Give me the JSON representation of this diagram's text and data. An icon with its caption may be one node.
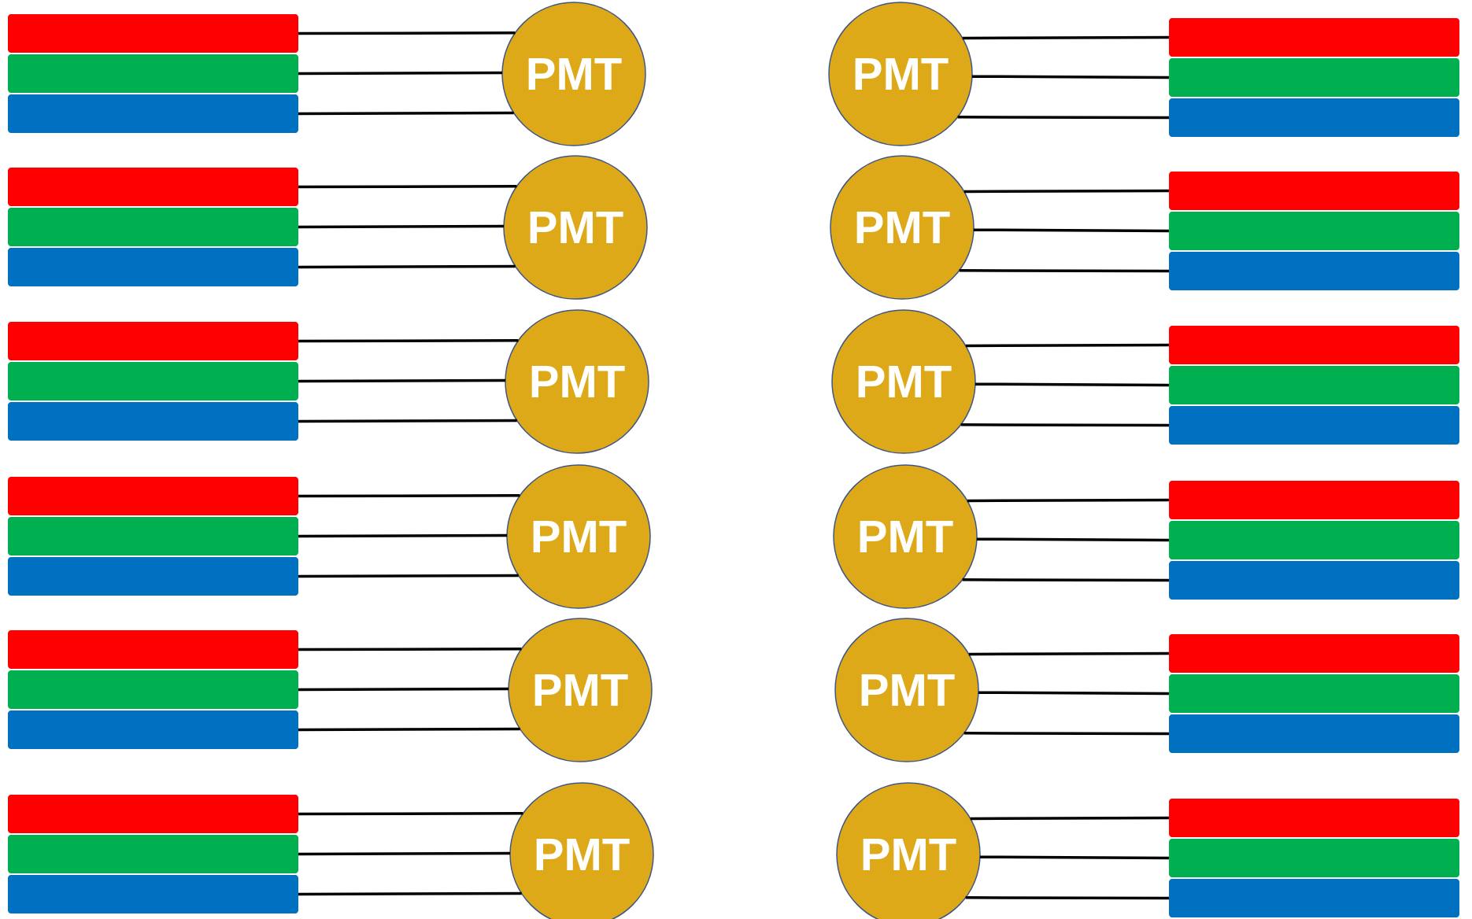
{
  "diagram": {
    "nodes": [
      {
        "text": [],
        "shape": "bar"
      },
      {
        "text": [],
        "shape": "bar"
      },
      {
        "text": [],
        "shape": "bar"
      },
      {
        "text": [
          "PMT"
        ]
      },
      {
        "text": [
          "PMT"
        ]
      },
      {
        "text": [],
        "shape": "bar"
      },
      {
        "text": [],
        "shape": "bar"
      },
      {
        "text": [],
        "shape": "bar"
      },
      {
        "text": [],
        "shape": "bar"
      },
      {
        "text": [],
        "shape": "bar"
      },
      {
        "text": [],
        "shape": "bar"
      },
      {
        "text": [
          "PMT"
        ]
      },
      {
        "text": [
          "PMT"
        ]
      },
      {
        "text": [],
        "shape": "bar"
      },
      {
        "text": [],
        "shape": "bar"
      },
      {
        "text": [],
        "shape": "bar"
      },
      {
        "text": [],
        "shape": "bar"
      },
      {
        "text": [],
        "shape": "bar"
      },
      {
        "text": [],
        "shape": "bar"
      },
      {
        "text": [
          "PMT"
        ]
      },
      {
        "text": [
          "PMT"
        ]
      },
      {
        "text": [],
        "shape": "bar"
      },
      {
        "text": [],
        "shape": "bar"
      },
      {
        "text": [],
        "shape": "bar"
      },
      {
        "text": [],
        "shape": "bar"
      },
      {
        "text": [],
        "shape": "bar"
      },
      {
        "text": [],
        "shape": "bar"
      },
      {
        "text": [
          "PMT"
        ]
      },
      {
        "text": [
          "PMT"
        ]
      },
      {
        "text": [],
        "shape": "bar"
      },
      {
        "text": [],
        "shape": "bar"
      },
      {
        "text": [],
        "shape": "bar"
      },
      {
        "text": [],
        "shape": "bar"
      },
      {
        "text": [],
        "shape": "bar"
      },
      {
        "text": [],
        "shape": "bar"
      },
      {
        "text": [
          "PMT"
        ]
      },
      {
        "text": [
          "PMT"
        ]
      },
      {
        "text": [],
        "shape": "bar"
      },
      {
        "text": [],
        "shape": "bar"
      },
      {
        "text": [],
        "shape": "bar"
      },
      {
        "text": [],
        "shape": "bar"
      },
      {
        "text": [],
        "shape": "bar"
      },
      {
        "text": [],
        "shape": "bar"
      },
      {
        "text": [
          "PMT"
        ]
      },
      {
        "text": [
          "PMT"
        ]
      },
      {
        "text": [],
        "shape": "bar"
      },
      {
        "text": [],
        "shape": "bar"
      },
      {
        "text": [],
        "shape": "bar"
      }
    ],
    "edges": [
      {
        "from": 0,
        "to": 3,
        "arrow": "none"
      },
      {
        "from": 1,
        "to": 3,
        "arrow": "none"
      },
      {
        "from": 2,
        "to": 3,
        "arrow": "none"
      },
      {
        "from": 5,
        "to": 4,
        "arrow": "none"
      },
      {
        "from": 6,
        "to": 4,
        "arrow": "none"
      },
      {
        "from": 7,
        "to": 4,
        "arrow": "none"
      },
      {
        "from": 8,
        "to": 11,
        "arrow": "none"
      },
      {
        "from": 9,
        "to": 11,
        "arrow": "none"
      },
      {
        "from": 10,
        "to": 11,
        "arrow": "none"
      },
      {
        "from": 13,
        "to": 12,
        "arrow": "none"
      },
      {
        "from": 14,
        "to": 12,
        "arrow": "none"
      },
      {
        "from": 15,
        "to": 12,
        "arrow": "none"
      },
      {
        "from": 16,
        "to": 19,
        "arrow": "none"
      },
      {
        "from": 17,
        "to": 19,
        "arrow": "none"
      },
      {
        "from": 18,
        "to": 19,
        "arrow": "none"
      },
      {
        "from": 21,
        "to": 20,
        "arrow": "none"
      },
      {
        "from": 22,
        "to": 20,
        "arrow": "none"
      },
      {
        "from": 23,
        "to": 20,
        "arrow": "none"
      },
      {
        "from": 24,
        "to": 27,
        "arrow": "none"
      },
      {
        "from": 25,
        "to": 27,
        "arrow": "none"
      },
      {
        "from": 26,
        "to": 27,
        "arrow": "none"
      },
      {
        "from": 29,
        "to": 28,
        "arrow": "none"
      },
      {
        "from": 30,
        "to": 28,
        "arrow": "none"
      },
      {
        "from": 31,
        "to": 28,
        "arrow": "none"
      },
      {
        "from": 32,
        "to": 35,
        "arrow": "none"
      },
      {
        "from": 33,
        "to": 35,
        "arrow": "none"
      },
      {
        "from": 34,
        "to": 35,
        "arrow": "none"
      },
      {
        "from": 37,
        "to": 36,
        "arrow": "none"
      },
      {
        "from": 38,
        "to": 36,
        "arrow": "none"
      },
      {
        "from": 39,
        "to": 36,
        "arrow": "none"
      },
      {
        "from": 40,
        "to": 43,
        "arrow": "none"
      },
      {
        "from": 41,
        "to": 43,
        "arrow": "none"
      },
      {
        "from": 42,
        "to": 43,
        "arrow": "none"
      },
      {
        "from": 45,
        "to": 44,
        "arrow": "none"
      },
      {
        "from": 46,
        "to": 44,
        "arrow": "none"
      },
      {
        "from": 47,
        "to": 44,
        "arrow": "none"
      }
    ]
  }
}
